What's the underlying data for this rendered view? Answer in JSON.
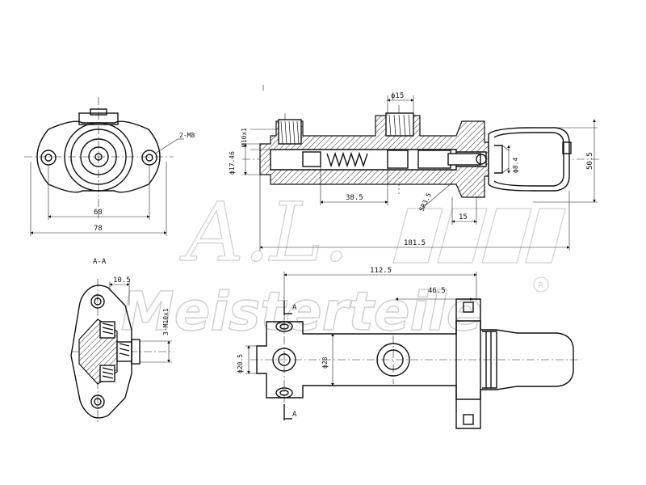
{
  "watermark": {
    "logo_letters": "A.L.",
    "brand_name": "Meisterteile",
    "registered_mark": "R"
  },
  "side_view": {
    "thread_label": "2-M8",
    "dim_60": "60",
    "dim_78": "78"
  },
  "section_view": {
    "dim_phi15": "ϕ15",
    "dim_m10": "M10x1",
    "dim_phi1746": "ϕ17.46",
    "dim_phi84": "ϕ8.4",
    "dim_505": "50.5",
    "dim_385": "38.5",
    "dim_sr35": "SR3.5",
    "dim_15": "15",
    "dim_1815": "181.5"
  },
  "end_view": {
    "section_title": "A-A",
    "dim_105": "10.5",
    "dim_3m10": "3-M10x1"
  },
  "top_view": {
    "dim_1125": "112.5",
    "dim_465": "46.5",
    "dim_phi205": "ϕ20.5",
    "dim_phi28": "ϕ28",
    "section_mark_a_top": "A",
    "section_mark_a_bottom": "A"
  }
}
